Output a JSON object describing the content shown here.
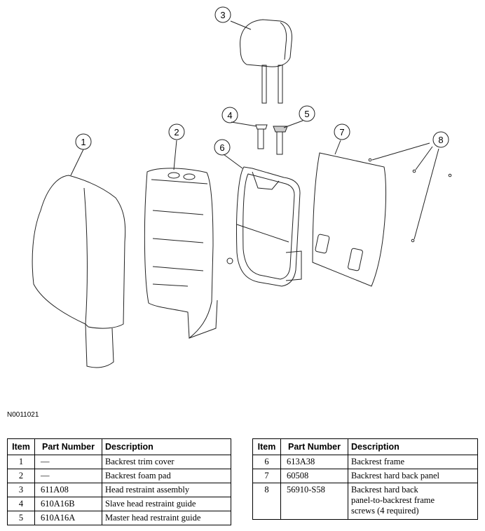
{
  "diagram": {
    "figure_id": "N0011021",
    "callouts": [
      "1",
      "2",
      "3",
      "4",
      "5",
      "6",
      "7",
      "8"
    ]
  },
  "table_headers": {
    "item": "Item",
    "part_number": "Part Number",
    "description": "Description"
  },
  "parts_left": [
    {
      "item": "1",
      "part_number": "—",
      "description": "Backrest trim cover"
    },
    {
      "item": "2",
      "part_number": "—",
      "description": "Backrest foam pad"
    },
    {
      "item": "3",
      "part_number": "611A08",
      "description": "Head restraint assembly"
    },
    {
      "item": "4",
      "part_number": "610A16B",
      "description": "Slave head restraint guide"
    },
    {
      "item": "5",
      "part_number": "610A16A",
      "description": "Master head restraint guide"
    }
  ],
  "parts_right": [
    {
      "item": "6",
      "part_number": "613A38",
      "description": [
        "Backrest frame"
      ]
    },
    {
      "item": "7",
      "part_number": "60508",
      "description": [
        "Backrest hard back panel"
      ]
    },
    {
      "item": "8",
      "part_number": "56910-S58",
      "description": [
        "Backrest hard back",
        "panel-to-backrest frame",
        "screws (4 required)"
      ]
    }
  ]
}
